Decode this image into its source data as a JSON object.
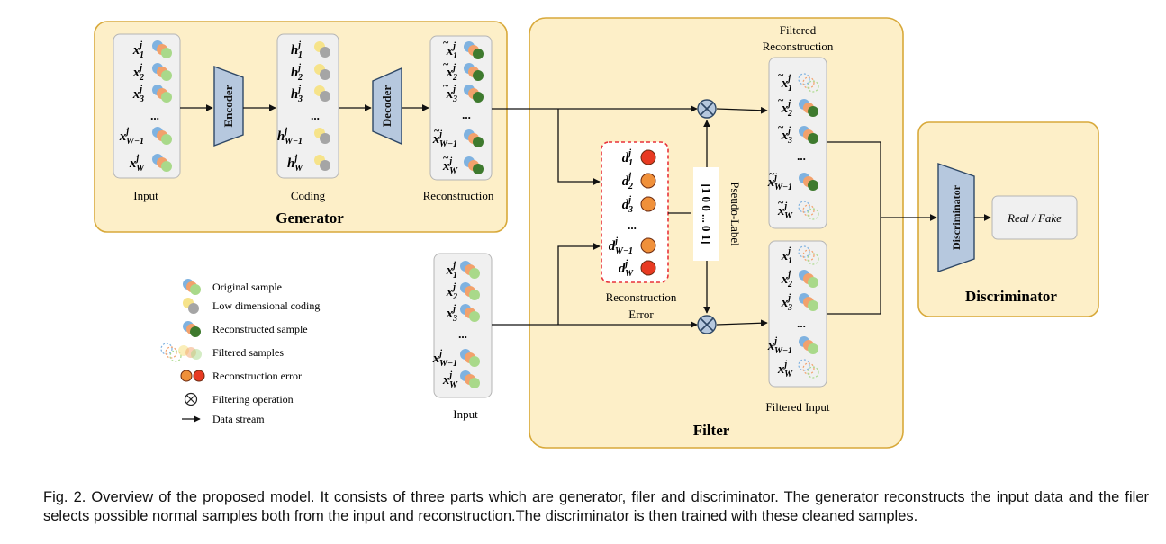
{
  "generator": {
    "title": "Generator",
    "input_label": "Input",
    "coding_label": "Coding",
    "reconstruction_label": "Reconstruction",
    "encoder": "Encoder",
    "decoder": "Decoder"
  },
  "filter": {
    "title": "Filter",
    "filtered_reconstruction": [
      "Filtered",
      "Reconstruction"
    ],
    "filtered_input": "Filtered Input",
    "error_label": [
      "Reconstruction",
      "Error"
    ],
    "pseudo_label_title": "Pseudo-Label",
    "pseudo_label_value": "[1 0 0 ... 0 1]",
    "input_label": "Input"
  },
  "discriminator": {
    "title": "Discriminator",
    "block": "Discriminator",
    "output": "Real / Fake"
  },
  "ellipsis": "...",
  "rows": {
    "x": [
      "x",
      "x",
      "x",
      "x",
      "x"
    ],
    "h": [
      "h",
      "h",
      "h",
      "h",
      "h"
    ],
    "d": [
      "d",
      "d",
      "d",
      "d",
      "d"
    ],
    "subscripts": [
      "1",
      "2",
      "3",
      "W−1",
      "W"
    ],
    "superscript": "j"
  },
  "legend": [
    {
      "label": "Original sample",
      "icon": "original-sample-icon"
    },
    {
      "label": "Low dimensional coding",
      "icon": "coding-icon"
    },
    {
      "label": "Reconstructed sample",
      "icon": "reconstructed-sample-icon"
    },
    {
      "label": "Filtered samples",
      "icon": "filtered-samples-icon"
    },
    {
      "label": "Reconstruction error",
      "icon": "reconstruction-error-icon"
    },
    {
      "label": "Filtering operation",
      "icon": "filtering-operation-icon"
    },
    {
      "label": "Data stream",
      "icon": "data-stream-icon"
    }
  ],
  "colors": {
    "panel_fill": "#fdefc8",
    "panel_stroke": "#d8a93a",
    "trapezoid_fill": "#b6c8de",
    "trapezoid_stroke": "#2f4866",
    "column_fill": "#f0f0f0",
    "column_stroke": "#b5b5b5",
    "error_stroke": "#e8323a",
    "blue": "#7fb2e0",
    "orange": "#f2a16c",
    "green": "#a9d98a",
    "gray": "#a5a5a5",
    "yellow": "#f6e38a",
    "dark_green": "#3e7a2e",
    "error_orange": "#f0903a",
    "error_red": "#e83a22"
  },
  "caption": "Fig. 2. Overview of the proposed model. It consists of three parts which are generator, filer and discriminator. The generator reconstructs the input data and the filer selects possible normal samples both from the input and reconstruction.The discriminator is then trained with these cleaned samples."
}
